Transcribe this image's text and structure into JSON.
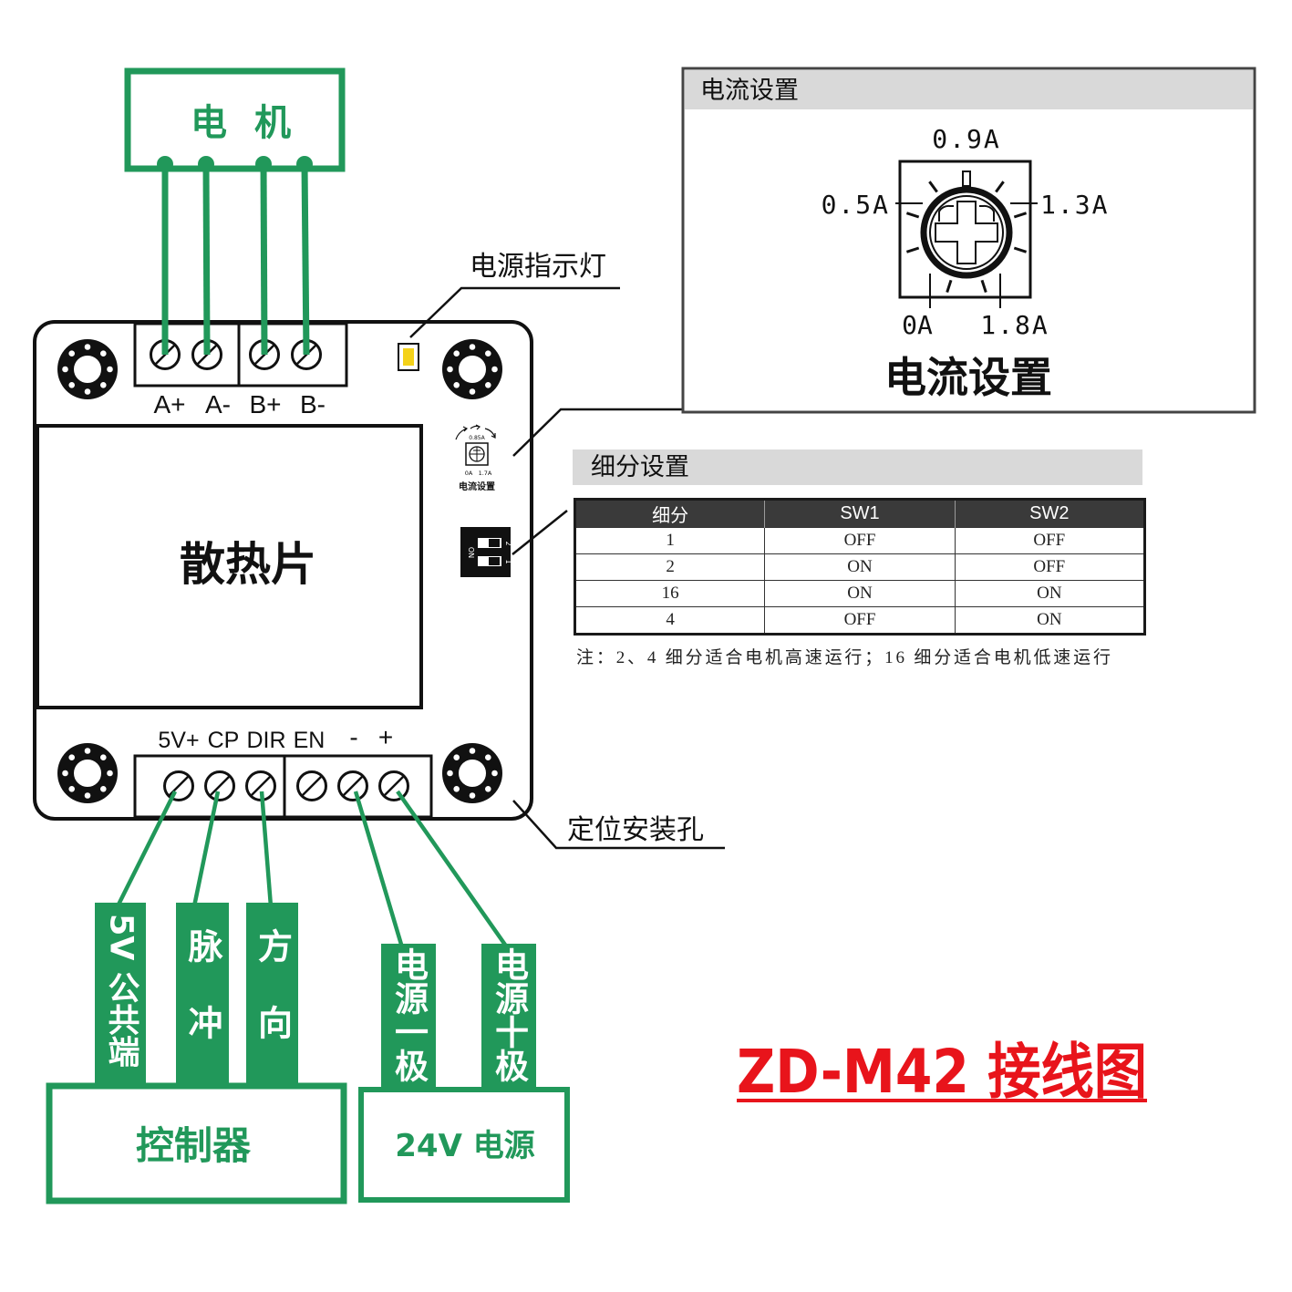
{
  "title": "ZD-M42 接线图",
  "motor": {
    "label": "电 机"
  },
  "top_terminals": {
    "a_plus": "A+",
    "a_minus": "A-",
    "b_plus": "B+",
    "b_minus": "B-"
  },
  "power_indicator": {
    "label": "电源指示灯"
  },
  "heatsink": {
    "label": "散热片"
  },
  "board_current_dial": {
    "top_mark": "0.85A",
    "bottom_left": "0A",
    "bottom_right": "1.7A",
    "label": "电流设置"
  },
  "board_dip_switch": {
    "on_label": "ON",
    "switch_1": "1",
    "switch_2": "2"
  },
  "bottom_terminals": {
    "v5_plus": "5V+",
    "cp": "CP",
    "dir": "DIR",
    "en": "EN",
    "minus": "-",
    "plus": "+"
  },
  "mounting_hole": {
    "label": "定位安装孔"
  },
  "signal_labels": {
    "common": "5V 公共端",
    "pulse": "脉冲",
    "direction": "方向",
    "power_minus": "电源一极",
    "power_plus": "电源十极"
  },
  "controller": {
    "label": "控制器"
  },
  "power_supply": {
    "label": "24V 电源"
  },
  "current_setting": {
    "header": "电流设置",
    "marks": {
      "top": "0.9A",
      "left": "0.5A",
      "right": "1.3A",
      "bottom_left": "0A",
      "bottom_right": "1.8A"
    },
    "caption": "电流设置"
  },
  "subdivision": {
    "header": "细分设置",
    "columns": [
      "细分",
      "SW1",
      "SW2"
    ],
    "rows": [
      {
        "value": "1",
        "sw1": "OFF",
        "sw2": "OFF"
      },
      {
        "value": "2",
        "sw1": "ON",
        "sw2": "OFF"
      },
      {
        "value": "16",
        "sw1": "ON",
        "sw2": "ON"
      },
      {
        "value": "4",
        "sw1": "OFF",
        "sw2": "ON"
      }
    ],
    "note": "注：2、4 细分适合电机高速运行；16 细分适合电机低速运行"
  },
  "colors": {
    "green": "#21985a",
    "red": "#e8141b",
    "header_gray": "#d9d9d9",
    "table_header": "#3a3a3a",
    "led": "#f4d21a"
  }
}
